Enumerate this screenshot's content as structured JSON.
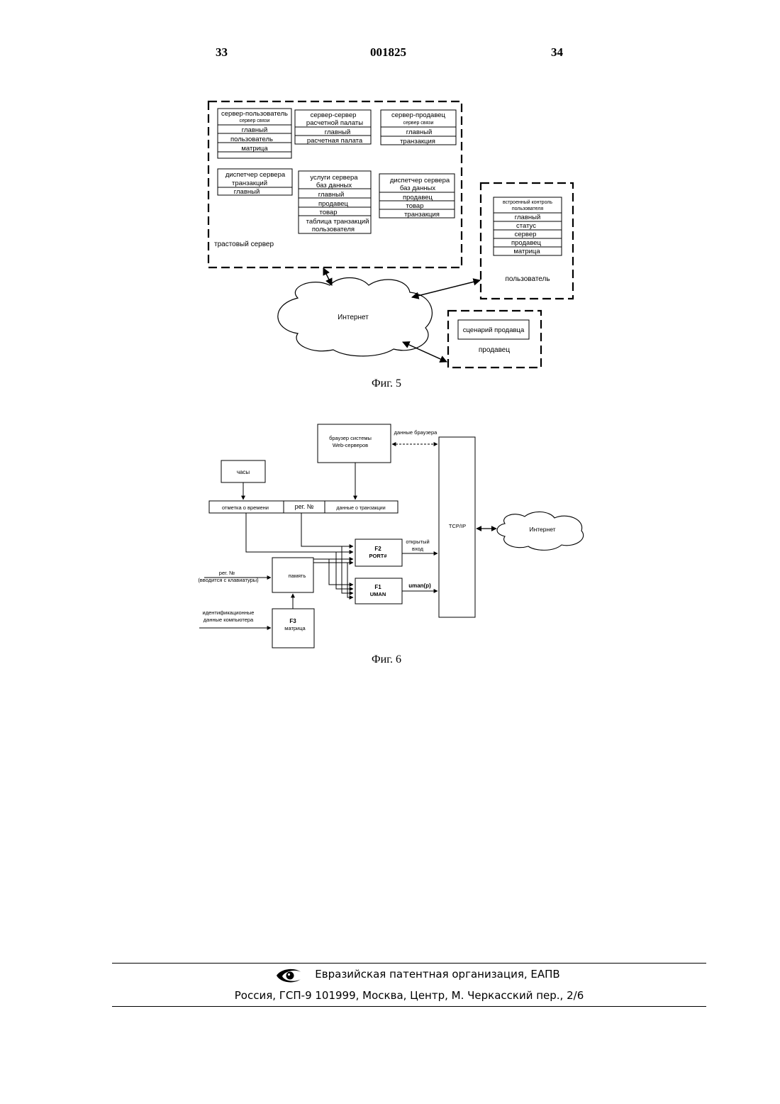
{
  "header": {
    "page_left": "33",
    "doc_number": "001825",
    "page_right": "34"
  },
  "fig5": {
    "caption": "Фиг. 5",
    "trust_server_label": "трастовый сервер",
    "user_label": "пользователь",
    "seller_label": "продавец",
    "internet_label": "Интернет",
    "seller_script": "сценарий продавца",
    "box_server_user": [
      "сервер-пользователь",
      "сервер связи",
      "главный",
      "пользователь",
      "матрица"
    ],
    "box_server_server": [
      "сервер-сервер",
      "расчетной палаты",
      "главный",
      "расчетная палата"
    ],
    "box_server_seller": [
      "сервер-продавец",
      "сервер связи",
      "главный",
      "транзакция"
    ],
    "box_transaction_dispatcher": [
      "диспетчер сервера",
      "транзакций",
      "главный"
    ],
    "box_db_services": [
      "услуги сервера",
      "баз данных",
      "главный",
      "продавец",
      "товар",
      "таблица транзакций",
      "пользователя"
    ],
    "box_db_dispatcher": [
      "диспетчер сервера",
      "баз данных",
      "продавец",
      "товар",
      "транзакция"
    ],
    "box_user_control": [
      "встроенный контроль",
      "пользователя",
      "главный",
      "статус",
      "сервер",
      "продавец",
      "матрица"
    ]
  },
  "fig6": {
    "caption": "Фиг. 6",
    "browser": [
      "браузер системы",
      "Web-серверов"
    ],
    "browser_data": "данные браузера",
    "clock": "часы",
    "timestamp": "отметка о времени",
    "reg_no": "рег. №",
    "transaction_data": "данные о транзакции",
    "tcpip": "TCP/IP",
    "internet": "Интернет",
    "f2": [
      "F2",
      "PORT#"
    ],
    "open_input": [
      "открытый",
      "вход"
    ],
    "memory": "память",
    "reg_no_input": [
      "рег. №",
      "(вводится с клавиатуры)"
    ],
    "f1": [
      "F1",
      "UMAN"
    ],
    "uman_p": "uman(p)",
    "computer_id": [
      "идентификационные",
      "данные компьютера"
    ],
    "f3": [
      "F3",
      "матрица"
    ]
  },
  "footer": {
    "org": "Евразийская патентная организация, ЕАПВ",
    "address": "Россия, ГСП-9 101999, Москва, Центр, М. Черкасский пер., 2/6"
  }
}
